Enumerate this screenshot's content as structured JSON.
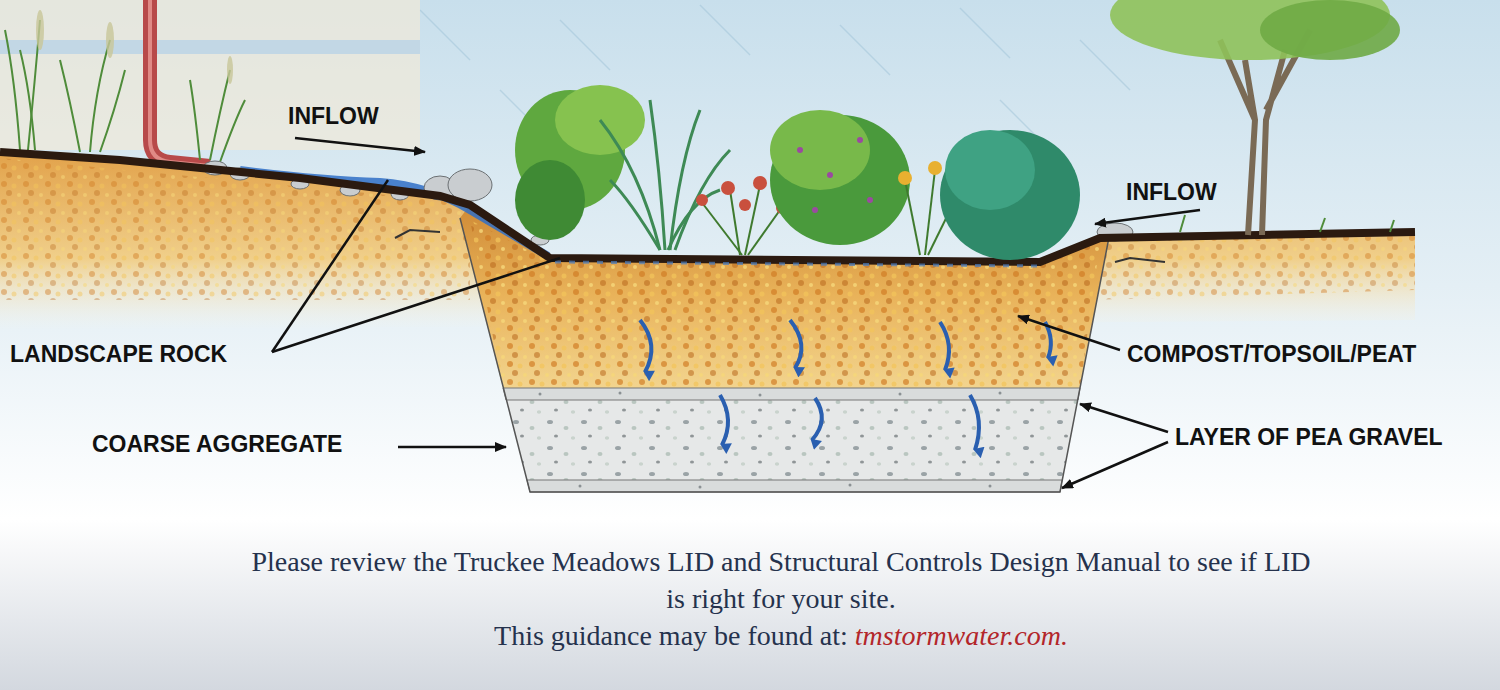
{
  "diagram": {
    "caption": "Please review the Truckee Meadows LID and Structural Controls Design Manual to see if LID is right for your site.",
    "labels": [
      "INFLOW",
      "INFLOW",
      "LANDSCAPE ROCK",
      "COMPOST/TOPSOIL/PEAT",
      "COARSE AGGREGATE",
      "LAYER OF PEA GRAVEL",
      "This guidance may be found at:",
      "tmstormwater.com."
    ]
  }
}
